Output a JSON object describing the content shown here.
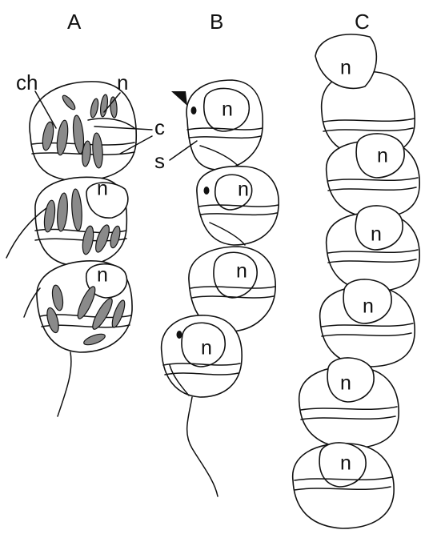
{
  "panels": [
    {
      "id": "A",
      "label": "A"
    },
    {
      "id": "B",
      "label": "B"
    },
    {
      "id": "C",
      "label": "C"
    }
  ],
  "annotations": {
    "chloroplast": "ch",
    "nucleus": "n",
    "cingulum": "c",
    "sulcus": "s"
  },
  "nucleus_label": "n",
  "colors": {
    "line": "#111111",
    "chloroplast_fill": "#8a8a8a",
    "background": "#ffffff"
  }
}
